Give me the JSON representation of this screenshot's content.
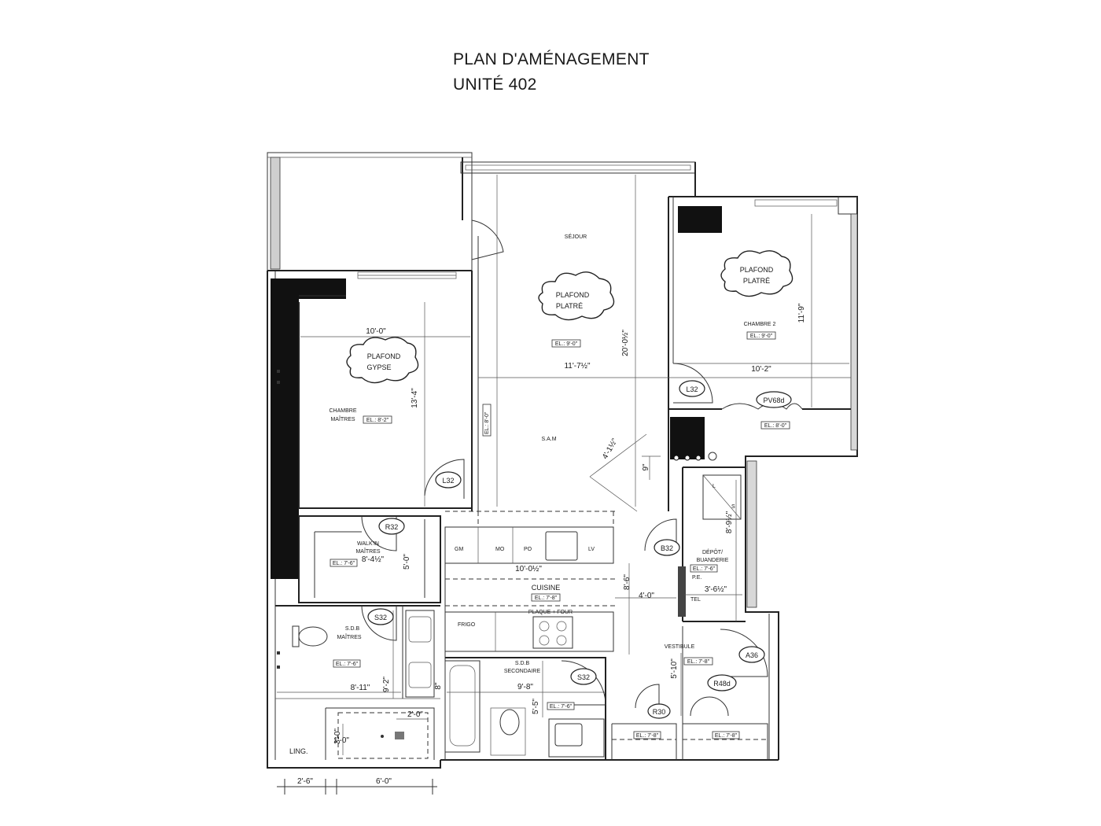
{
  "title": {
    "line1": "PLAN D'AMÉNAGEMENT",
    "line2": "UNITÉ 402"
  },
  "rooms": {
    "sejour": "SÉJOUR",
    "chambre2": "CHAMBRE 2",
    "chambre_maitres": [
      "CHAMBRE",
      "MAÎTRES"
    ],
    "sam": "S.A.M",
    "walkin": [
      "WALK'IN",
      "MAÎTRES"
    ],
    "cuisine": "CUISINE",
    "plaque_four": "PLAQUE + FOUR",
    "frigo": "FRIGO",
    "sdb_maitres": [
      "S.D.B",
      "MAÎTRES"
    ],
    "sdb_secondaire": [
      "S.D.B",
      "SECONDAIRE"
    ],
    "depot": [
      "DÉPÔT/",
      "BUANDERIE"
    ],
    "vestibule": "VESTIBULE",
    "ling": "LING.",
    "pe": "P.E.",
    "tel": "TEL"
  },
  "ceiling_notes": {
    "sejour": [
      "PLAFOND",
      "PLATRÉ"
    ],
    "chambre2": [
      "PLAFOND",
      "PLATRÉ"
    ],
    "chambre_maitres": [
      "PLAFOND",
      "GYPSE"
    ]
  },
  "cabinet_labels": [
    "GM",
    "MO",
    "PO",
    "LV"
  ],
  "laundry_labels": [
    "L",
    "S"
  ],
  "elevations": {
    "sejour": "EL.: 9'-0\"",
    "chambre2": "EL.: 9'-0\"",
    "chambre_maitres": "EL.: 8'-2\"",
    "sam": "EL.: 8'-0\"",
    "walkin": "EL.: 7'-6\"",
    "cuisine": "EL.: 7'-8\"",
    "sdb_maitres": "EL.: 7'-6\"",
    "sdb_secondaire": "EL.: 7'-6\"",
    "depot": "EL.: 7'-6\"",
    "vestibule": "EL.: 7'-8\"",
    "pv68d": "EL.: 8'-0\"",
    "closet1": "EL.: 7'-8\"",
    "closet2": "EL.: 7'-8\""
  },
  "door_tags": {
    "l32_chambre2": "L32",
    "l32_maitres": "L32",
    "pv68d": "PV68d",
    "r32": "R32",
    "s32_maitres": "S32",
    "s32_secondaire": "S32",
    "b32": "B32",
    "a36": "A36",
    "r48d": "R48d",
    "r30": "R30"
  },
  "dimensions": {
    "maitres_width": "10'-0\"",
    "maitres_depth": "13'-4\"",
    "sejour_width": "11'-7½\"",
    "sejour_depth": "20'-0½\"",
    "chambre2_width": "10'-2\"",
    "chambre2_depth": "11'-9\"",
    "diag": "4'-1½\"",
    "nine_in": "9\"",
    "walkin_w": "8'-4½\"",
    "walkin_d": "5'-0\"",
    "kitchen_w": "10'-0½\"",
    "kitchen_d": "8'-6\"",
    "four_ft": "4'-0\"",
    "depot_d": "8'-9½\"",
    "depot_w": "3'-6½\"",
    "vest_d": "5'-10\"",
    "sdbm_w": "8'-11\"",
    "sdbm_d": "9'-2\"",
    "eight_in": "8\"",
    "sdbs_w": "9'-8\"",
    "sdbs_d": "5'-5\"",
    "shower_w": "2'-0\"",
    "shower_d": "3'-0\"",
    "one_ft": "1'-0\"",
    "bottom_1": "2'-6\"",
    "bottom_2": "6'-0\""
  }
}
